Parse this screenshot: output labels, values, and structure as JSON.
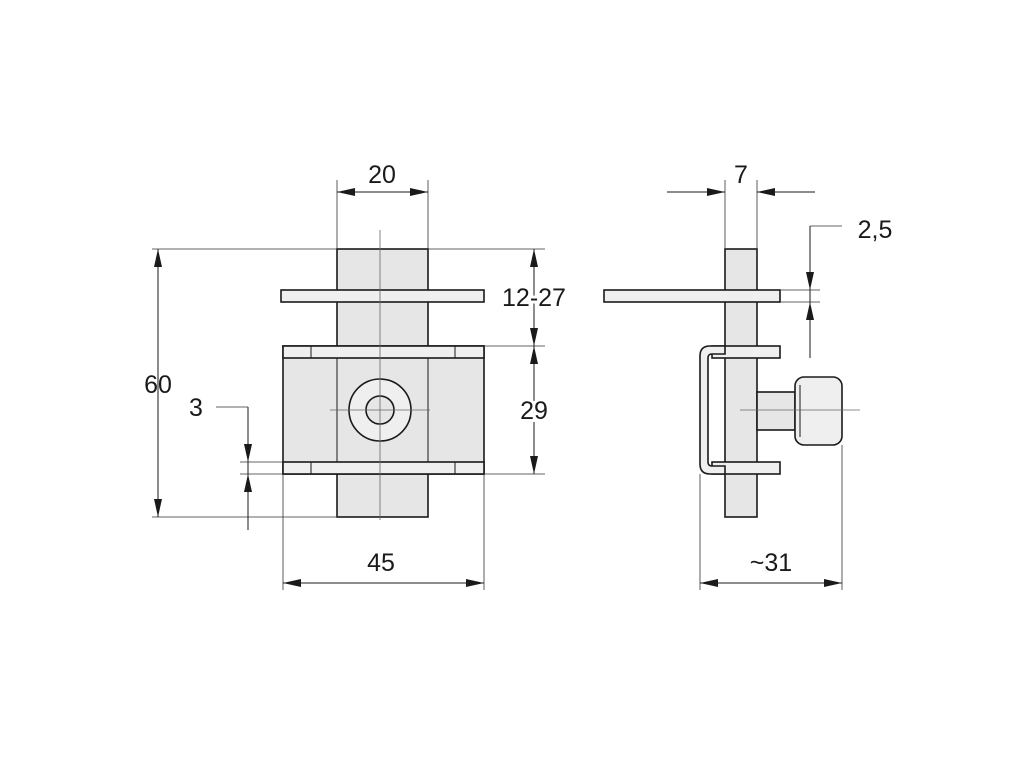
{
  "front_view": {
    "dimensions": {
      "top_width": "20",
      "overall_height": "60",
      "offset": "3",
      "clamp_range": "12-27",
      "block_height": "29",
      "overall_width": "45"
    }
  },
  "side_view": {
    "dimensions": {
      "thickness": "7",
      "plate_thickness": "2,5",
      "depth": "~31"
    }
  },
  "colors": {
    "line": "#1a1a1a",
    "fill": "#e6e6e6"
  }
}
